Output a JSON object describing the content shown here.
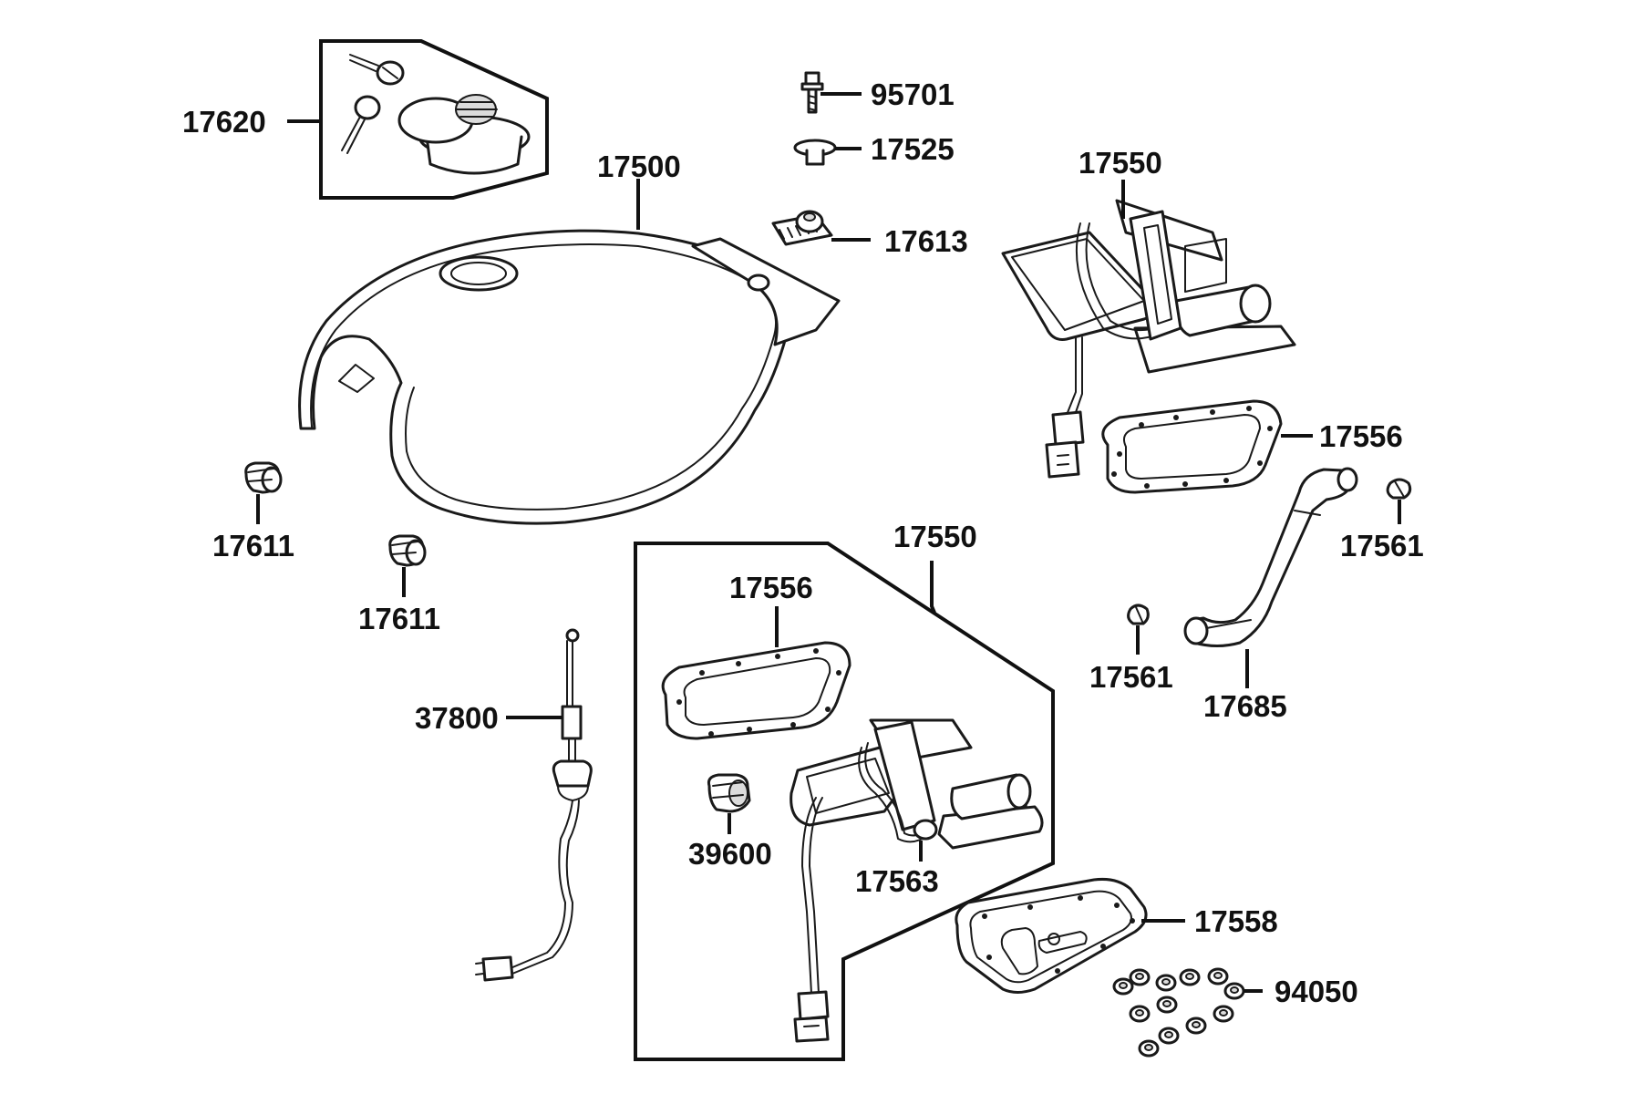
{
  "diagram": {
    "labels": {
      "p17620": "17620",
      "p17500": "17500",
      "p95701": "95701",
      "p17525": "17525",
      "p17613": "17613",
      "p17550a": "17550",
      "p17556a": "17556",
      "p17561a": "17561",
      "p17611a": "17611",
      "p17611b": "17611",
      "p17550b": "17550",
      "p17556b": "17556",
      "p37800": "37800",
      "p17561b": "17561",
      "p17685": "17685",
      "p39600": "39600",
      "p17563": "17563",
      "p17558": "17558",
      "p94050": "94050"
    }
  }
}
